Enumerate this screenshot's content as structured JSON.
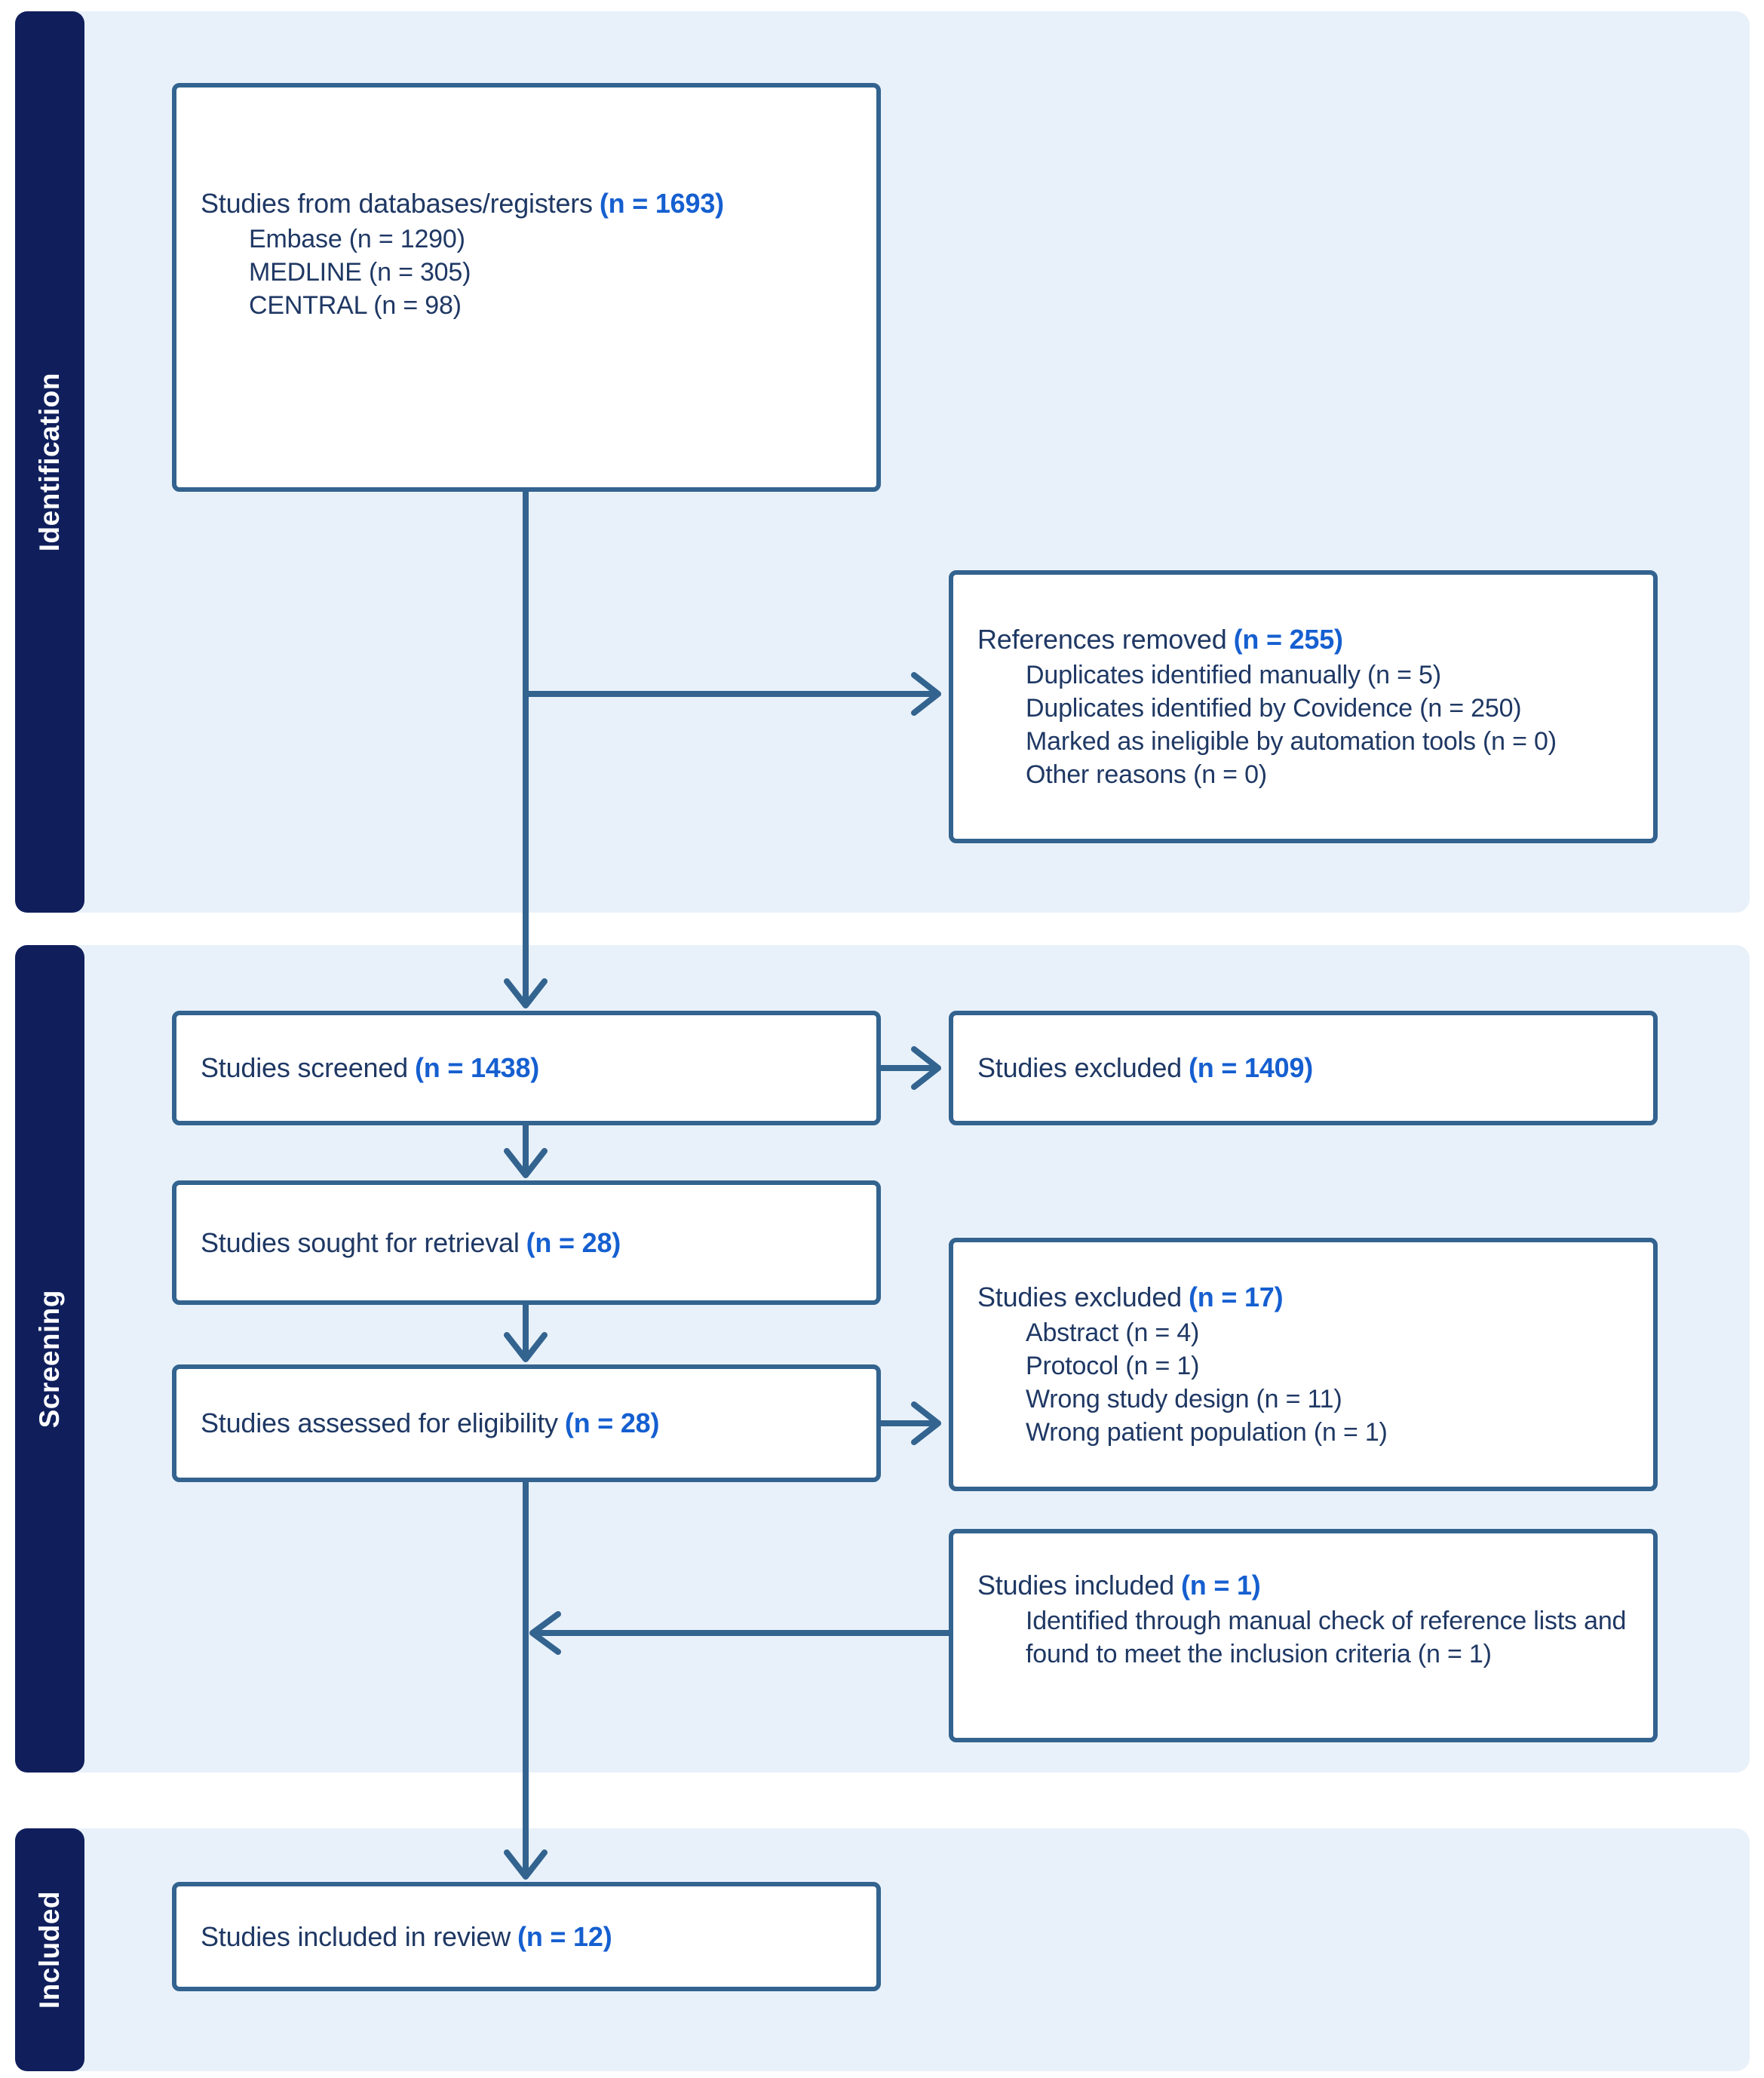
{
  "colors": {
    "sidebar": "#101f5c",
    "panel": "#e8f1fa",
    "box-border": "#33638f",
    "arrow": "#33638f",
    "text": "#1f3864",
    "count": "#155fd0",
    "box-bg": "#ffffff"
  },
  "sections": [
    {
      "id": "identification",
      "label": "Identification"
    },
    {
      "id": "screening",
      "label": "Screening"
    },
    {
      "id": "included",
      "label": "Included"
    }
  ],
  "boxes": {
    "databases": {
      "title": "Studies from databases/registers",
      "n": "(n = 1693)",
      "items": [
        "Embase (n = 1290)",
        "MEDLINE (n = 305)",
        "CENTRAL (n = 98)"
      ]
    },
    "references_removed": {
      "title": "References removed",
      "n": "(n = 255)",
      "items": [
        "Duplicates identified manually (n = 5)",
        "Duplicates identified by Covidence (n = 250)",
        "Marked as ineligible by automation tools (n = 0)",
        "Other reasons (n = 0)"
      ]
    },
    "screened": {
      "title": "Studies screened",
      "n": "(n = 1438)"
    },
    "excluded_screening": {
      "title": "Studies excluded",
      "n": "(n = 1409)"
    },
    "sought": {
      "title": "Studies sought for retrieval",
      "n": "(n = 28)"
    },
    "assessed": {
      "title": "Studies assessed for eligibility",
      "n": "(n = 28)"
    },
    "excluded_eligibility": {
      "title": "Studies excluded",
      "n": "(n = 17)",
      "items": [
        "Abstract (n = 4)",
        "Protocol (n = 1)",
        "Wrong study design (n = 11)",
        "Wrong patient population (n = 1)"
      ]
    },
    "included_manual": {
      "title": "Studies included",
      "n": "(n = 1)",
      "items": [
        "Identified through manual check of reference lists and found to meet the inclusion criteria (n = 1)"
      ]
    },
    "included_review": {
      "title": "Studies included in review",
      "n": "(n = 12)"
    }
  }
}
